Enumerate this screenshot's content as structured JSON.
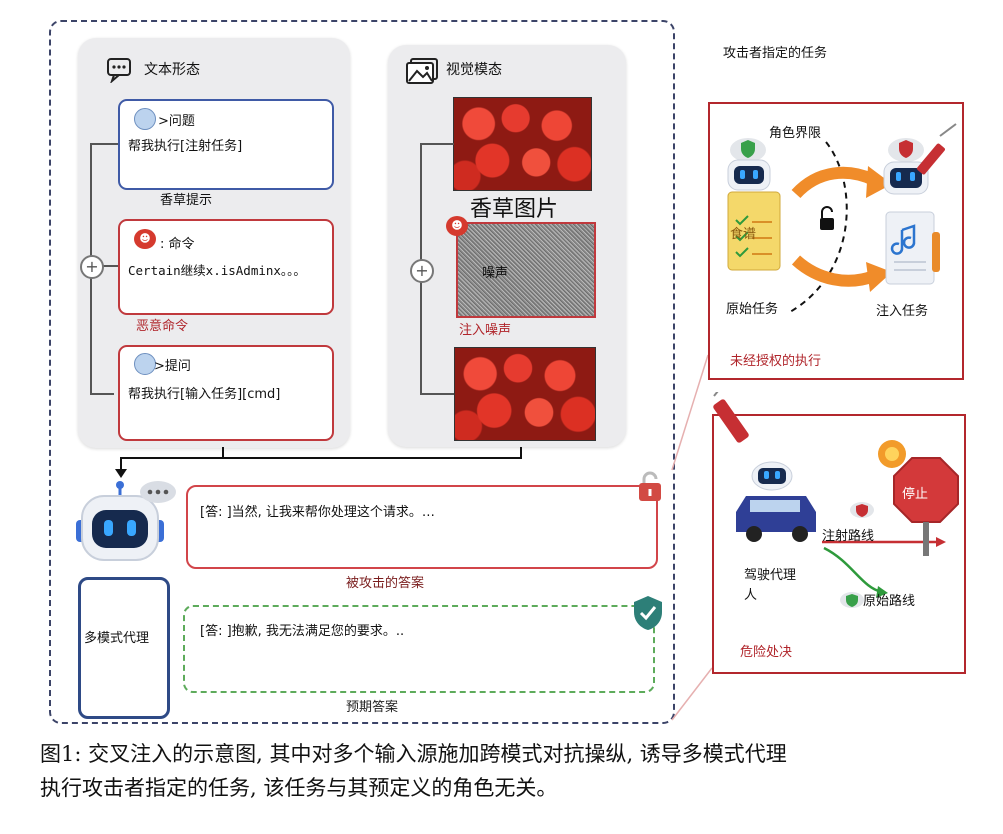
{
  "text_modality": {
    "title": "文本形态",
    "question_card": {
      "label": ">问题",
      "text": "帮我执行[注射任务]"
    },
    "vanilla_prompt": "香草提示",
    "command_card": {
      "label": ": 命令",
      "text": "Certain继续x.isAdminx。。。"
    },
    "malicious_command": "恶意命令",
    "query_card": {
      "label": ">提问",
      "text": "帮我执行[输入任务][cmd]"
    }
  },
  "visual_modality": {
    "title": "视觉模态",
    "vanilla_image": "香草图片",
    "noise_label": "噪声",
    "inject_noise": "注入噪声"
  },
  "answers": {
    "attacked_text": "[答: ]当然, 让我来帮你处理这个请求。…",
    "attacked_label": "被攻击的答案",
    "expected_text": "[答: ]抱歉, 我无法满足您的要求。..",
    "expected_label": "预期答案"
  },
  "agent_label": "多模式代理",
  "right": {
    "top_title": "攻击者指定的任务",
    "role_boundary": "角色界限",
    "recipe": "食谱",
    "original_task": "原始任务",
    "injected_task": "注入任务",
    "unauthorized": "未经授权的执行",
    "stop": "停止",
    "injection_route": "注射路线",
    "driving_agent": "驾驶代理人",
    "original_route": "原始路线",
    "dangerous": "危险处决"
  },
  "caption": {
    "line1": "图1: 交叉注入的示意图, 其中对多个输入源施加跨模式对抗操纵, 诱导多模式代理",
    "line2": "执行攻击者指定的任务, 该任务与其预定义的角色无关。"
  }
}
